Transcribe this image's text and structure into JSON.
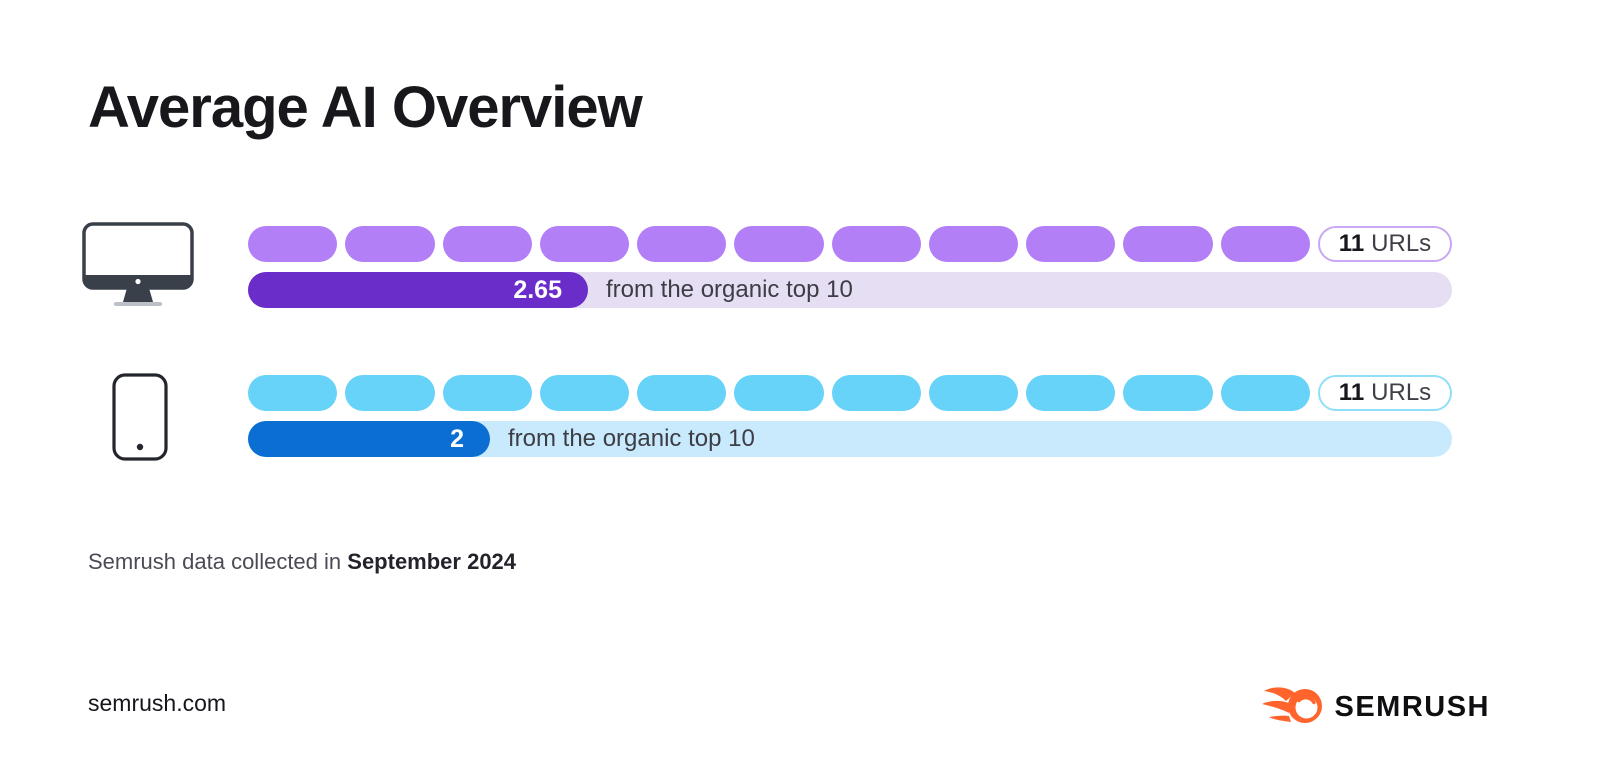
{
  "page": {
    "title": "Average AI Overview"
  },
  "rows": [
    {
      "device": "desktop",
      "pill_count": 11,
      "badge_value": "11",
      "badge_unit": "URLs",
      "bar_value": "2.65",
      "bar_label": "from the organic top 10",
      "colors": {
        "pill": "#b27ff7",
        "fill": "#6a2dc9",
        "track": "#e6def3",
        "badge_border": "#c9a7f4"
      }
    },
    {
      "device": "mobile",
      "pill_count": 11,
      "badge_value": "11",
      "badge_unit": "URLs",
      "bar_value": "2",
      "bar_label": "from the organic top 10",
      "colors": {
        "pill": "#67d3f8",
        "fill": "#0b6ed2",
        "track": "#c9eafc",
        "badge_border": "#90dff8"
      }
    }
  ],
  "footnote": {
    "prefix": "Semrush data collected in ",
    "bold": "September 2024"
  },
  "footer": {
    "site": "semrush.com",
    "brand": "SEMRUSH",
    "brand_color": "#ff642d"
  },
  "chart_data": {
    "type": "bar",
    "title": "Average AI Overview",
    "categories": [
      "Desktop",
      "Mobile"
    ],
    "series": [
      {
        "name": "URLs",
        "values": [
          11,
          11
        ]
      },
      {
        "name": "from the organic top 10",
        "values": [
          2.65,
          2
        ]
      }
    ],
    "units": "URLs",
    "annotations": [
      "11 URLs",
      "11 URLs"
    ],
    "source_note": "Semrush data collected in September 2024",
    "legend_position": "none",
    "grid": false
  }
}
